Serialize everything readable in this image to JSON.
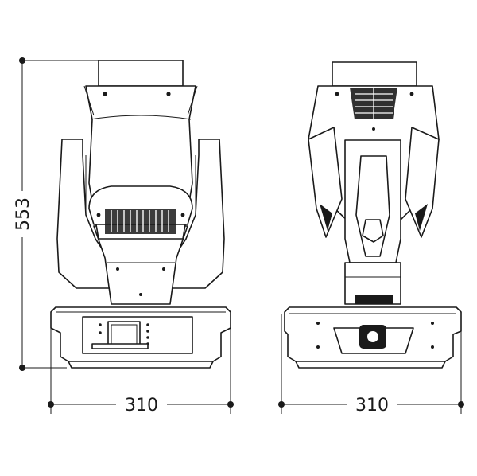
{
  "dimensions": {
    "height": "553",
    "front_width": "310",
    "side_width": "310"
  },
  "colors": {
    "line": "#1a1a1a",
    "background": "#ffffff"
  }
}
